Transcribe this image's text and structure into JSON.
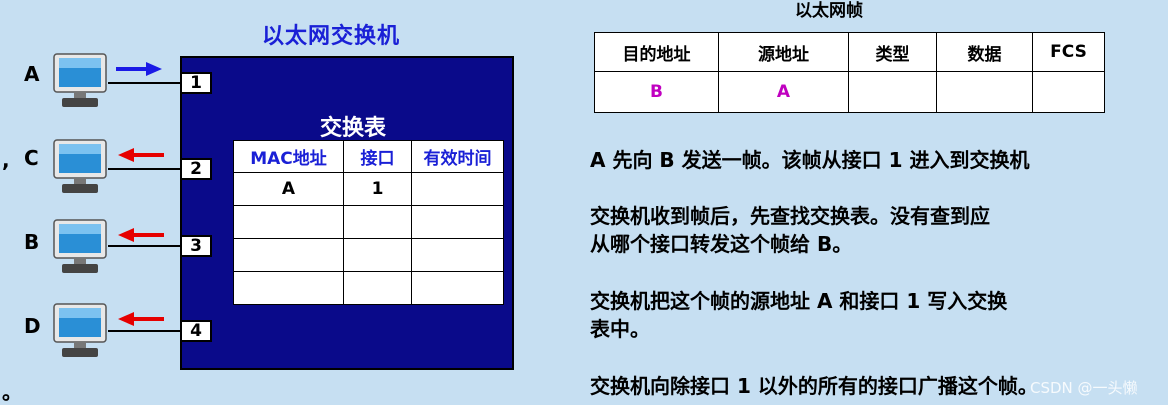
{
  "switch": {
    "title": "以太网交换机",
    "table_title": "交换表",
    "headers": [
      "MAC地址",
      "接口",
      "有效时间"
    ],
    "rows": [
      [
        "A",
        "1",
        ""
      ],
      [
        "",
        "",
        ""
      ],
      [
        "",
        "",
        ""
      ],
      [
        "",
        "",
        ""
      ]
    ],
    "ports": [
      "1",
      "2",
      "3",
      "4"
    ]
  },
  "hosts": [
    {
      "label": "A",
      "arrow_color": "#1a1ae6"
    },
    {
      "label": "C",
      "arrow_color": "#e60000"
    },
    {
      "label": "B",
      "arrow_color": "#e60000"
    },
    {
      "label": "D",
      "arrow_color": "#e60000"
    }
  ],
  "stray_marks": [
    ",",
    "。"
  ],
  "frame": {
    "title": "以太网帧",
    "headers": [
      "目的地址",
      "源地址",
      "类型",
      "数据",
      "FCS"
    ],
    "values": [
      "B",
      "A",
      "",
      "",
      ""
    ]
  },
  "paragraphs": [
    "A 先向 B 发送一帧。该帧从接口 1 进入到交换机",
    "交换机收到帧后，先查找交换表。没有查到应",
    "从哪个接口转发这个帧给 B。",
    "交换机把这个帧的源地址 A 和接口 1 写入交换",
    "表中。",
    "交换机向除接口 1 以外的所有的接口广播这个帧。"
  ],
  "watermark": "CSDN @一头懒"
}
